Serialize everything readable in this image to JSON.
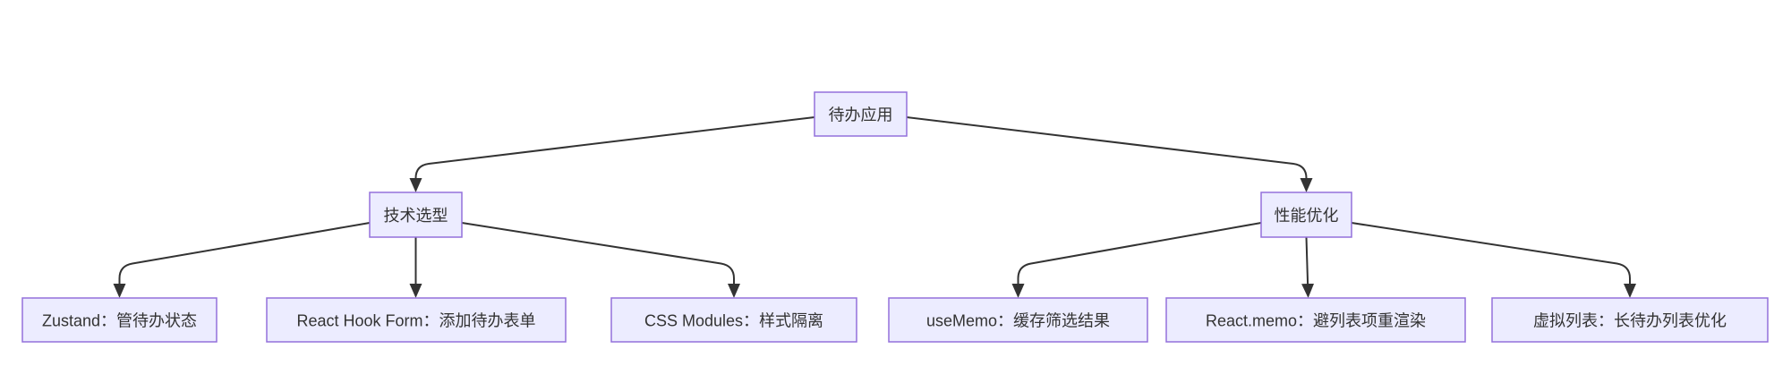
{
  "diagram": {
    "type": "flowchart",
    "direction": "top-down",
    "colors": {
      "background": "#ffffff",
      "node_fill": "#ECECFF",
      "node_border": "#9370DB",
      "edge_color": "#333333",
      "text_color": "#333333"
    },
    "nodes": [
      {
        "id": "root",
        "label": "待办应用"
      },
      {
        "id": "tech",
        "label": "技术选型"
      },
      {
        "id": "perf",
        "label": "性能优化"
      },
      {
        "id": "zustand",
        "label": "Zustand：管待办状态"
      },
      {
        "id": "rhf",
        "label": "React Hook Form：添加待办表单"
      },
      {
        "id": "cssmodules",
        "label": "CSS Modules：样式隔离"
      },
      {
        "id": "usememo",
        "label": "useMemo：缓存筛选结果"
      },
      {
        "id": "reactmemo",
        "label": "React.memo：避列表项重渲染"
      },
      {
        "id": "vlist",
        "label": "虚拟列表：长待办列表优化"
      }
    ],
    "edges": [
      {
        "from": "待办应用",
        "to": "技术选型"
      },
      {
        "from": "待办应用",
        "to": "性能优化"
      },
      {
        "from": "技术选型",
        "to": "Zustand：管待办状态"
      },
      {
        "from": "技术选型",
        "to": "React Hook Form：添加待办表单"
      },
      {
        "from": "技术选型",
        "to": "CSS Modules：样式隔离"
      },
      {
        "from": "性能优化",
        "to": "useMemo：缓存筛选结果"
      },
      {
        "from": "性能优化",
        "to": "React.memo：避列表项重渲染"
      },
      {
        "from": "性能优化",
        "to": "虚拟列表：长待办列表优化"
      }
    ]
  }
}
